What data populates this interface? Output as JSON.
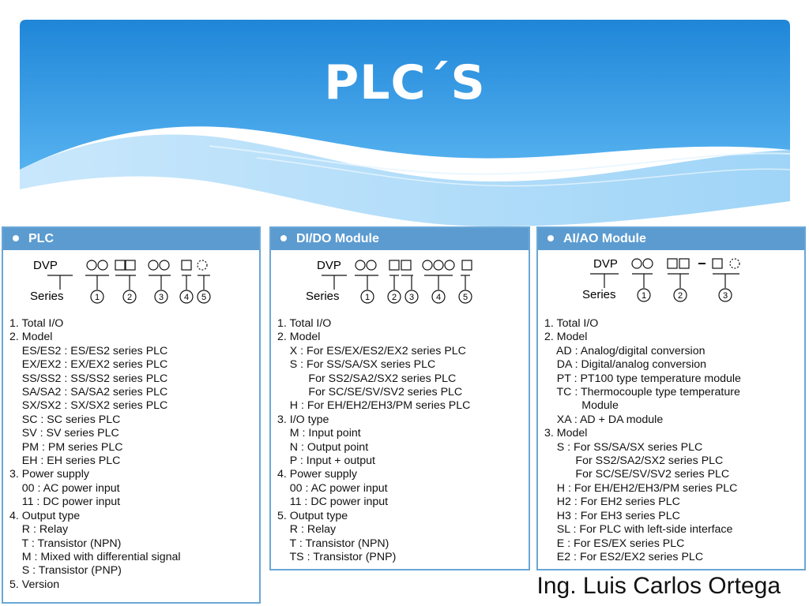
{
  "slide": {
    "title": "PLC´S",
    "author": "Ing. Luis Carlos Ortega",
    "colors": {
      "header_blue": "#2f8fdc",
      "panel_border": "#6aa7d6",
      "panel_header": "#5b9bd0"
    }
  },
  "panels": [
    {
      "heading": "PLC",
      "diagram": {
        "prefix": "DVP",
        "series_label": "Series",
        "markers": [
          "1",
          "2",
          "3",
          "4",
          "5"
        ]
      },
      "lines": [
        "1. Total I/O",
        "2. Model",
        "    ES/ES2 : ES/ES2 series PLC",
        "    EX/EX2 : EX/EX2 series PLC",
        "    SS/SS2 : SS/SS2 series PLC",
        "    SA/SA2 : SA/SA2 series PLC",
        "    SX/SX2 : SX/SX2 series PLC",
        "    SC : SC series PLC",
        "    SV : SV series PLC",
        "    PM : PM series PLC",
        "    EH : EH series PLC",
        "3. Power supply",
        "    00 : AC power input",
        "    11 : DC power input",
        "4. Output type",
        "    R : Relay",
        "    T : Transistor (NPN)",
        "    M : Mixed with differential signal",
        "    S : Transistor (PNP)",
        "5. Version"
      ]
    },
    {
      "heading": "DI/DO Module",
      "diagram": {
        "prefix": "DVP",
        "series_label": "Series",
        "markers": [
          "1",
          "2",
          "3",
          "4",
          "5"
        ]
      },
      "lines": [
        "1. Total I/O",
        "2. Model",
        "    X : For ES/EX/ES2/EX2 series PLC",
        "    S : For SS/SA/SX series PLC",
        "          For SS2/SA2/SX2 series PLC",
        "          For SC/SE/SV/SV2 series PLC",
        "    H : For EH/EH2/EH3/PM series PLC",
        "3. I/O type",
        "    M : Input point",
        "    N : Output point",
        "    P : Input + output",
        "4. Power supply",
        "    00 : AC power input",
        "    11 : DC power input",
        "5. Output type",
        "    R : Relay",
        "    T : Transistor (NPN)",
        "    TS : Transistor (PNP)"
      ]
    },
    {
      "heading": "AI/AO Module",
      "diagram": {
        "prefix": "DVP",
        "series_label": "Series",
        "markers": [
          "1",
          "2",
          "3"
        ]
      },
      "lines": [
        "1. Total I/O",
        "2. Model",
        "    AD : Analog/digital conversion",
        "    DA : Digital/analog conversion",
        "    PT : PT100 type temperature module",
        "    TC : Thermocouple type temperature",
        "            Module",
        "    XA : AD + DA module",
        "3. Model",
        "    S : For SS/SA/SX series PLC",
        "          For SS2/SA2/SX2 series PLC",
        "          For SC/SE/SV/SV2 series PLC",
        "    H : For EH/EH2/EH3/PM series PLC",
        "    H2 : For EH2 series PLC",
        "    H3 : For EH3 series PLC",
        "    SL : For PLC with left-side interface",
        "    E : For ES/EX series PLC",
        "    E2 : For ES2/EX2 series PLC"
      ]
    }
  ]
}
